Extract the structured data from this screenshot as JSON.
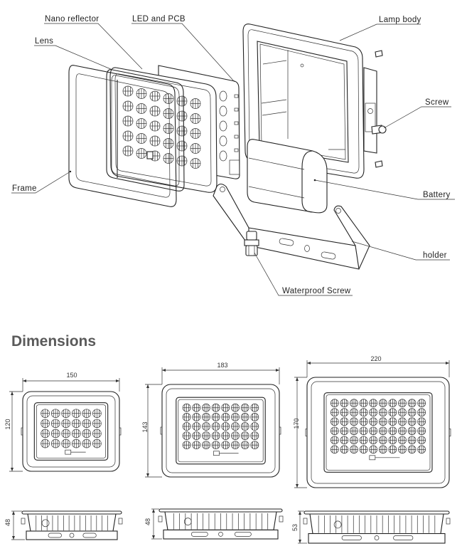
{
  "exploded_view": {
    "labels": {
      "nano_reflector": "Nano reflector",
      "led_pcb": "LED and PCB",
      "lens": "Lens",
      "lamp_body": "Lamp body",
      "screw": "Screw",
      "frame": "Frame",
      "battery": "Battery",
      "holder": "holder",
      "waterproof_screw": "Waterproof Screw"
    }
  },
  "dimensions": {
    "heading": "Dimensions",
    "models": [
      {
        "width": "150",
        "height": "120",
        "depth": "48",
        "led_columns": 6,
        "led_rows": 4
      },
      {
        "width": "183",
        "height": "143",
        "depth": "48",
        "led_columns": 8,
        "led_rows": 5
      },
      {
        "width": "220",
        "height": "170",
        "depth": "53",
        "led_columns": 10,
        "led_rows": 6
      }
    ]
  },
  "colors": {
    "line": "#222222",
    "heading": "#5a5a5a",
    "background": "#ffffff"
  }
}
